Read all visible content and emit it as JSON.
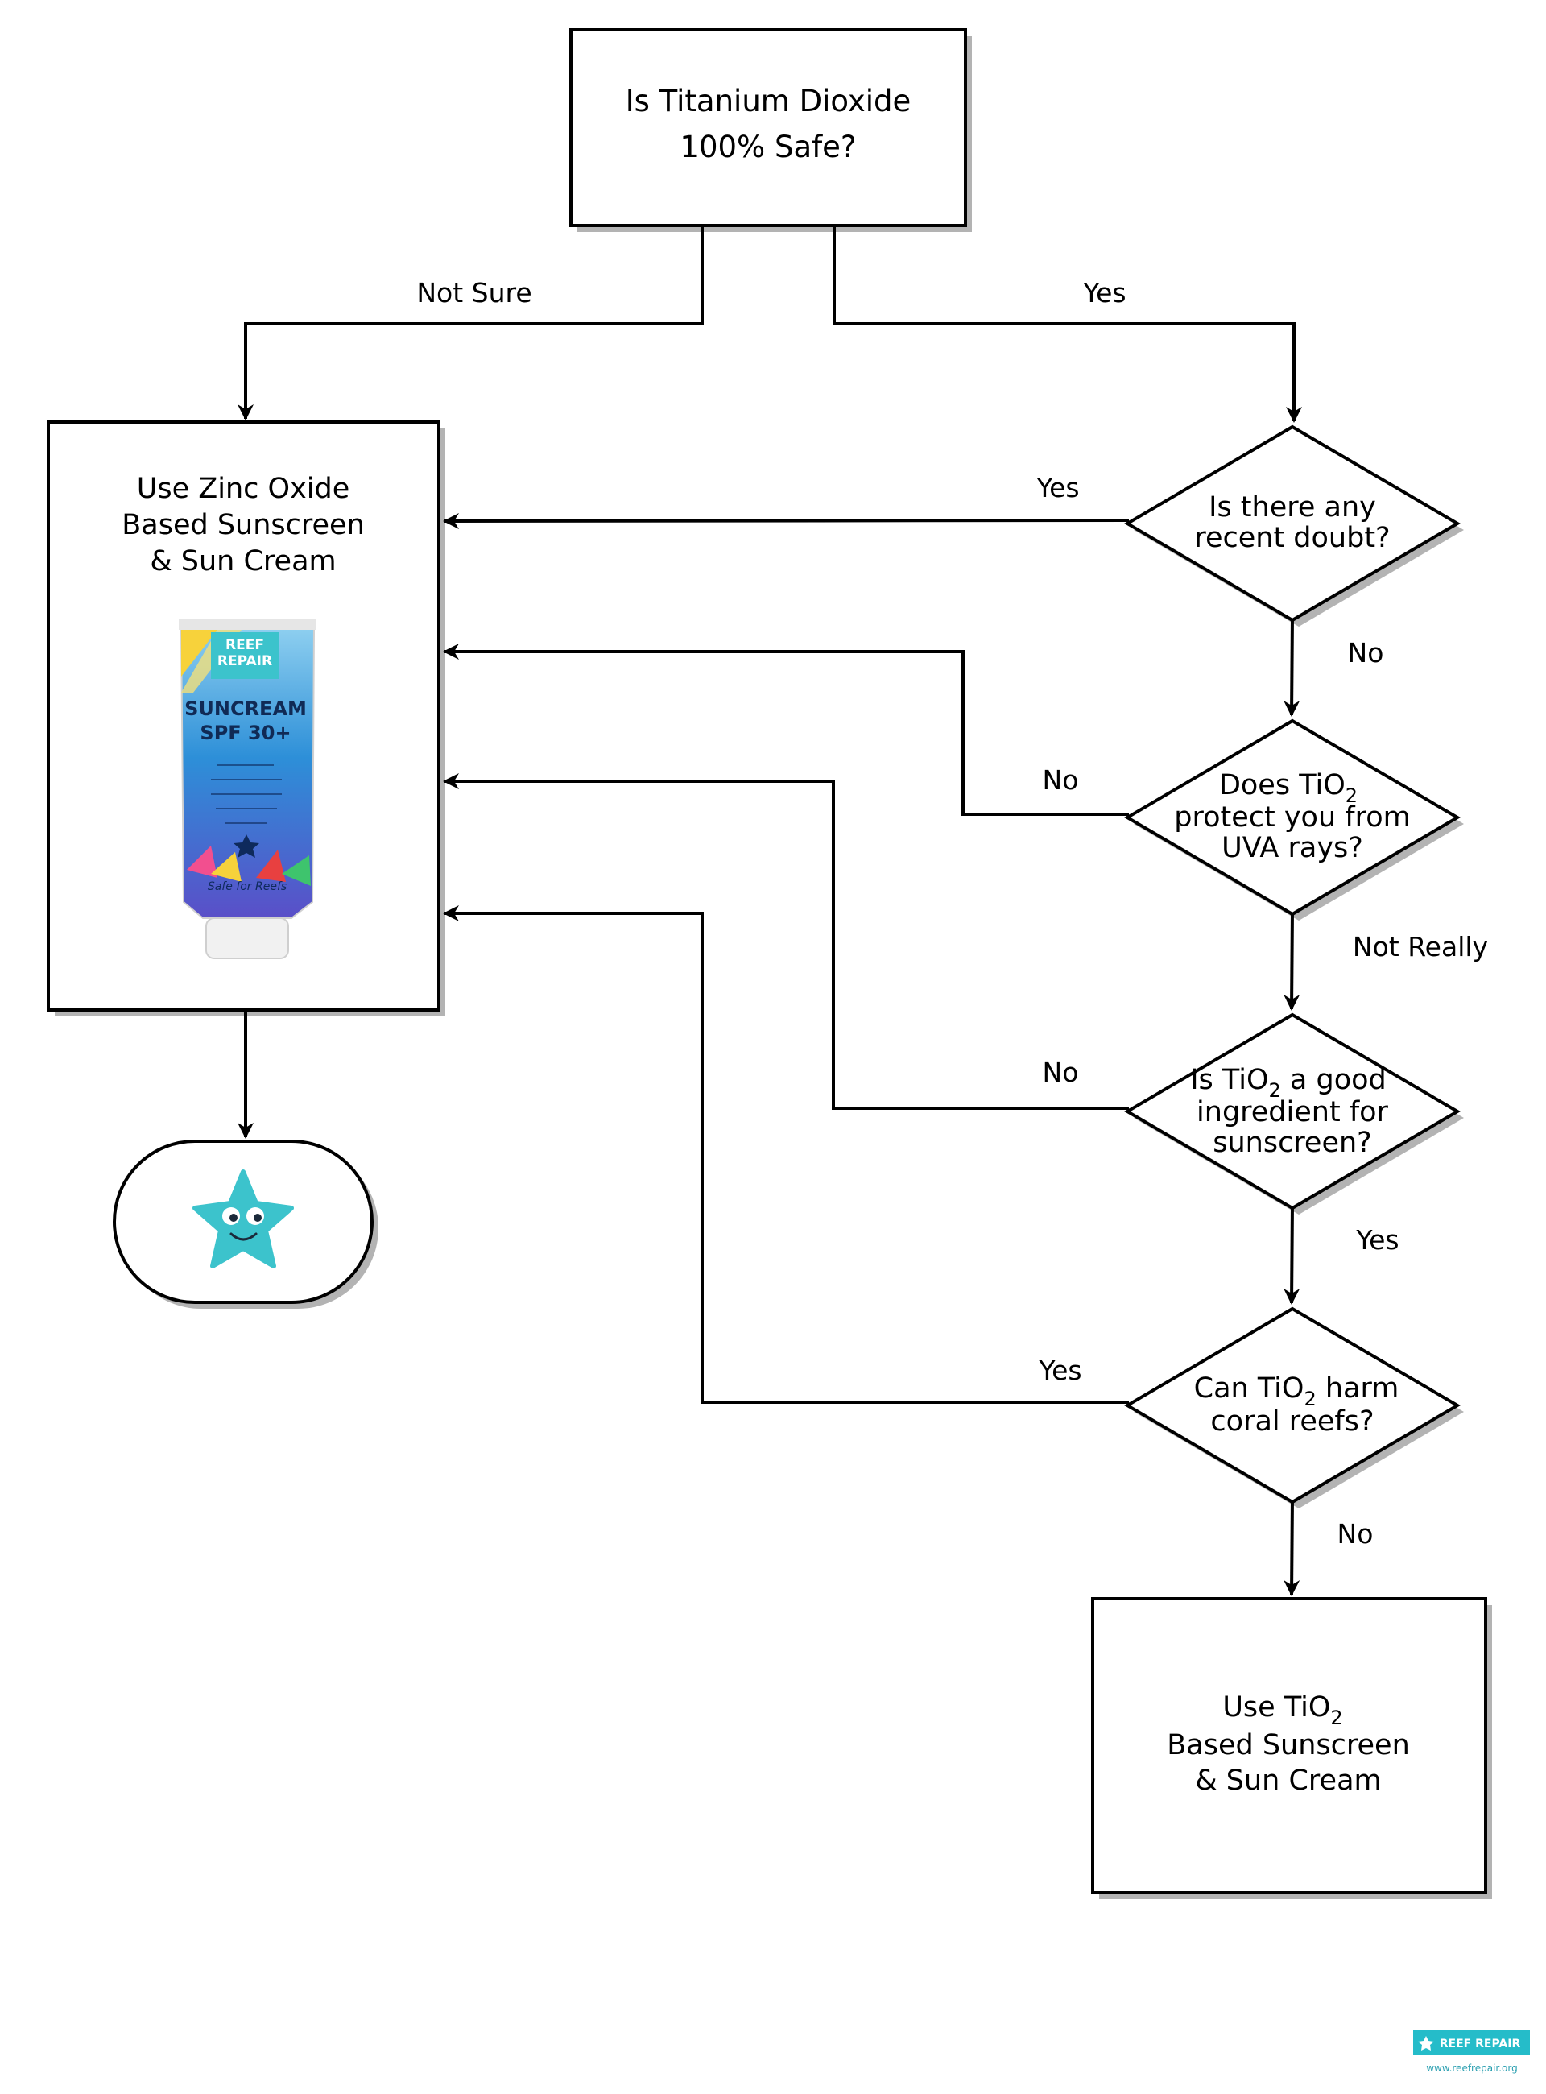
{
  "colors": {
    "stroke": "#000000",
    "shadow": "#b3b3b3",
    "teal": "#3cc3cc",
    "teal_dark": "#1fa3ad",
    "tube_white": "#f1f1f1",
    "tube_blue": "#2d8fd8",
    "tube_sky": "#8fd0f0",
    "logo_teal": "#25bcc9"
  },
  "nodes": {
    "start": {
      "line1": "Is Titanium Dioxide",
      "line2": "100% Safe?"
    },
    "zinc": {
      "line1": "Use Zinc Oxide",
      "line2": "Based Sunscreen",
      "line3": "& Sun Cream",
      "product_image": {
        "brand_line1": "REEF",
        "brand_line2": "REPAIR",
        "product_line1": "SUNCREAM",
        "product_line2": "SPF 30+",
        "tagline": "Safe for Reefs"
      }
    },
    "doubt": {
      "line1": "Is there any",
      "line2": "recent doubt?"
    },
    "uva": {
      "line1_pre": "Does TiO",
      "line1_sub": "2",
      "line2": "protect you from",
      "line3": "UVA rays?"
    },
    "good": {
      "line1_pre": "Is TiO",
      "line1_sub": "2",
      "line1_post": " a good",
      "line2": "ingredient for",
      "line3": "sunscreen?"
    },
    "harm": {
      "line1_pre": "Can TiO",
      "line1_sub": "2",
      "line1_post": " harm",
      "line2": "coral reefs?"
    },
    "tio2": {
      "line1_pre": "Use TiO",
      "line1_sub": "2",
      "line2": "Based Sunscreen",
      "line3": "& Sun Cream"
    },
    "end": {
      "icon": "starfish-icon"
    }
  },
  "edges": {
    "start_to_zinc": "Not Sure",
    "start_to_doubt": "Yes",
    "doubt_to_zinc": "Yes",
    "doubt_to_uva": "No",
    "uva_to_zinc": "No",
    "uva_to_good": "Not Really",
    "good_to_zinc": "No",
    "good_to_harm": "Yes",
    "harm_to_zinc": "Yes",
    "harm_to_tio2": "No"
  },
  "footer": {
    "logo_text": "REEF REPAIR",
    "url": "www.reefrepair.org"
  }
}
